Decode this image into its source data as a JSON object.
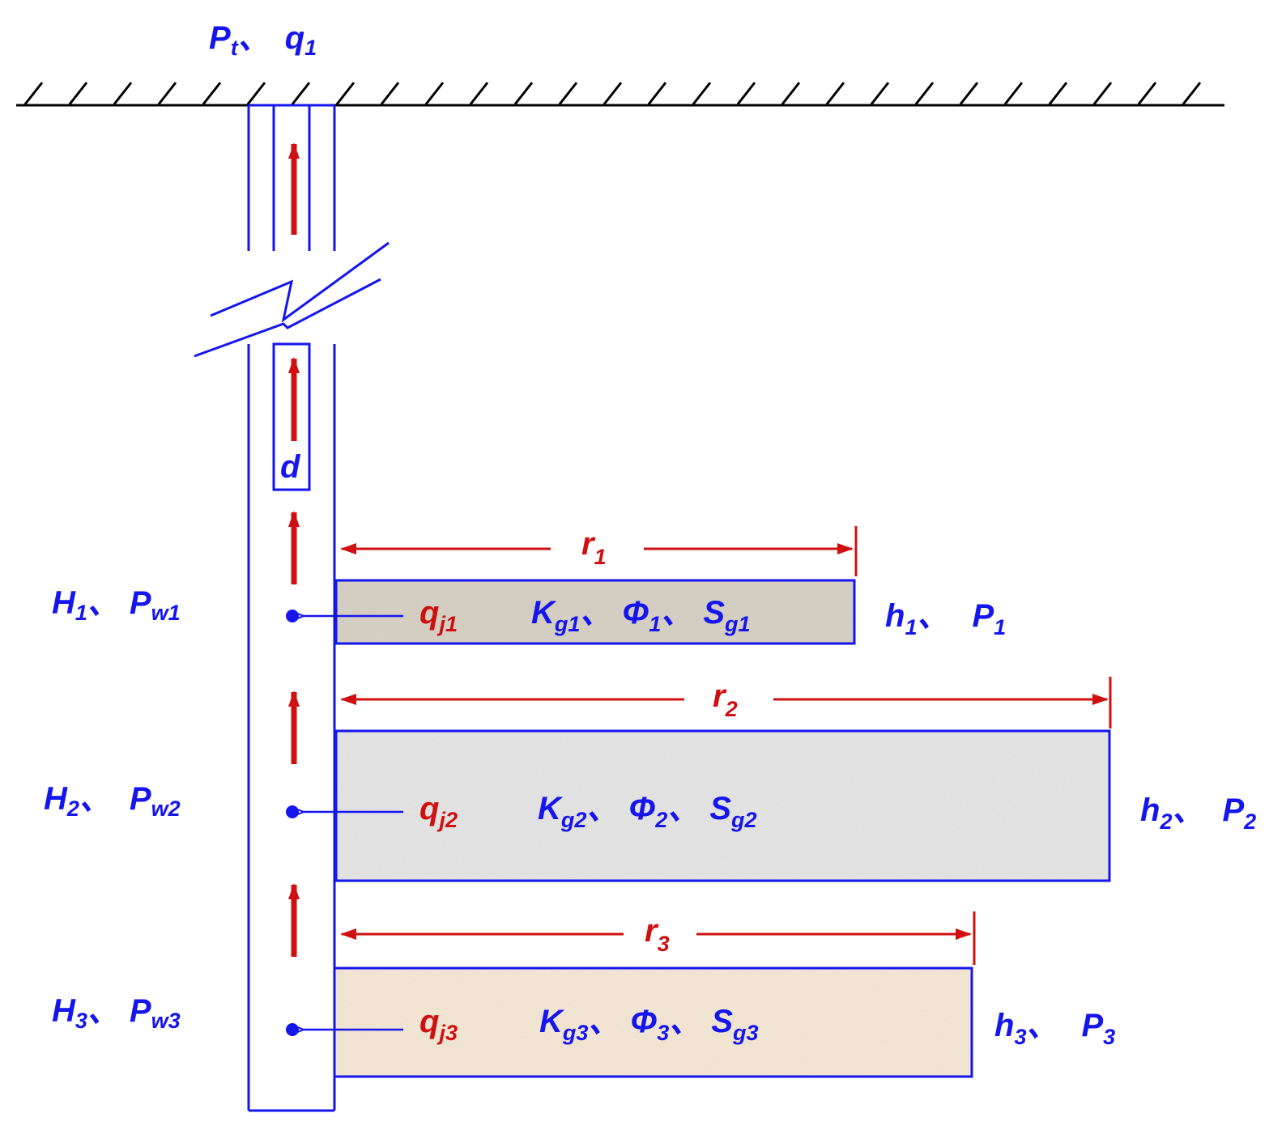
{
  "colors": {
    "line_blue": "#1515ee",
    "arrow_red": "#d01010",
    "ground": "#000000",
    "layer1_fill": "#d9d1c4",
    "layer2_fill": "#e9e9e9",
    "layer3_fill": "#fbecd6"
  },
  "surface": {
    "p_main": "P",
    "p_sub": "t",
    "sep": "、",
    "q_main": "q",
    "q_sub": "1"
  },
  "tubing": {
    "label": "d"
  },
  "layers": [
    {
      "r": {
        "main": "r",
        "sub": "1"
      },
      "left_H": {
        "main": "H",
        "sub": "1"
      },
      "left_Pw": {
        "main": "P",
        "sub": "w1"
      },
      "q": {
        "main": "q",
        "sub": "j1"
      },
      "K": {
        "main": "K",
        "sub": "g1"
      },
      "phi": {
        "main": "Φ",
        "sub": "1"
      },
      "S": {
        "main": "S",
        "sub": "g1"
      },
      "h": {
        "main": "h",
        "sub": "1"
      },
      "P": {
        "main": "P",
        "sub": "1"
      },
      "sep": "、"
    },
    {
      "r": {
        "main": "r",
        "sub": "2"
      },
      "left_H": {
        "main": "H",
        "sub": "2"
      },
      "left_Pw": {
        "main": "P",
        "sub": "w2"
      },
      "q": {
        "main": "q",
        "sub": "j2"
      },
      "K": {
        "main": "K",
        "sub": "g2"
      },
      "phi": {
        "main": "Φ",
        "sub": "2"
      },
      "S": {
        "main": "S",
        "sub": "g2"
      },
      "h": {
        "main": "h",
        "sub": "2"
      },
      "P": {
        "main": "P",
        "sub": "2"
      },
      "sep": "、"
    },
    {
      "r": {
        "main": "r",
        "sub": "3"
      },
      "left_H": {
        "main": "H",
        "sub": "3"
      },
      "left_Pw": {
        "main": "P",
        "sub": "w3"
      },
      "q": {
        "main": "q",
        "sub": "j3"
      },
      "K": {
        "main": "K",
        "sub": "g3"
      },
      "phi": {
        "main": "Φ",
        "sub": "3"
      },
      "S": {
        "main": "S",
        "sub": "g3"
      },
      "h": {
        "main": "h",
        "sub": "3"
      },
      "P": {
        "main": "P",
        "sub": "3"
      },
      "sep": "、"
    }
  ]
}
